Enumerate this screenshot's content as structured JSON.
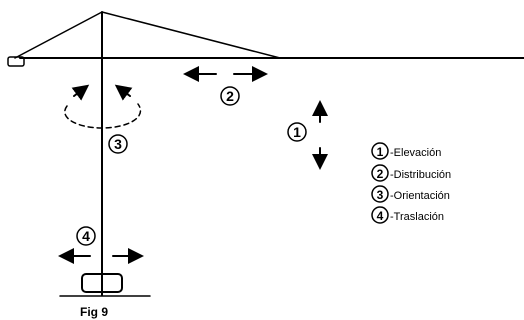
{
  "diagram": {
    "markers": [
      "1",
      "2",
      "3",
      "4"
    ],
    "legend": [
      {
        "number": "1",
        "text": "-Elevación"
      },
      {
        "number": "2",
        "text": "-Distribución"
      },
      {
        "number": "3",
        "text": "-Orientación"
      },
      {
        "number": "4",
        "text": "-Traslación"
      }
    ],
    "caption": "Fig 9"
  }
}
